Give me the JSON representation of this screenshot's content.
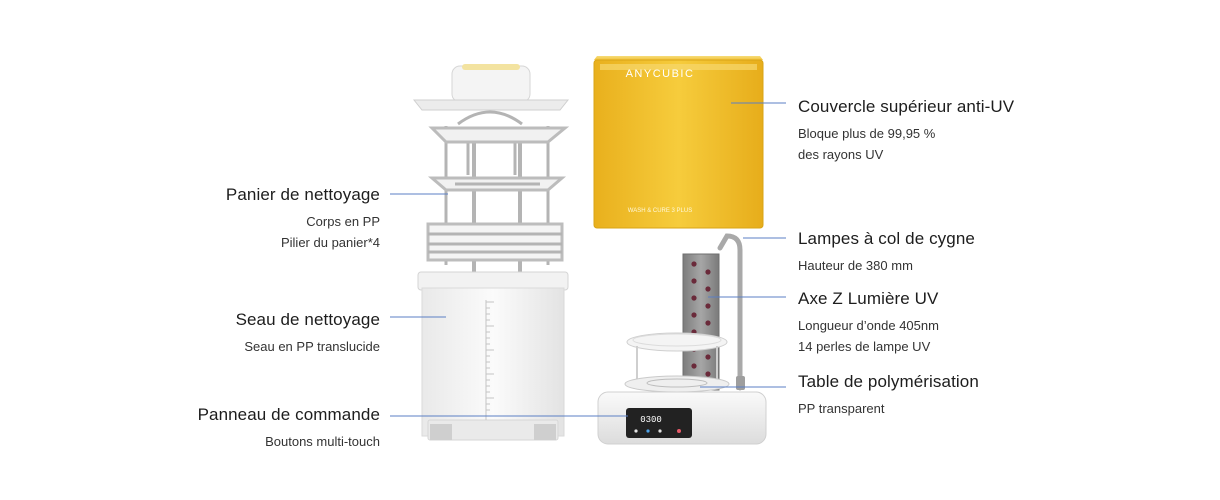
{
  "brand": {
    "logo_text": "ANYCUBIC",
    "cover_print": "WASH & CURE 3 PLUS",
    "display_time": "0300"
  },
  "colors": {
    "cover_yellow": "#f2c22e",
    "cover_yellow_light": "#f7d664",
    "leader_line": "#5b7fc4",
    "device_white": "#f2f2f2",
    "panel_black": "#222222",
    "z_axis_gray": "#8d8d8d",
    "uv_bead": "#6a2a3a"
  },
  "callouts": {
    "basket": {
      "title": "Panier de nettoyage",
      "lines": [
        "Corps en PP",
        "Pilier du panier*4"
      ]
    },
    "bucket": {
      "title": "Seau de nettoyage",
      "lines": [
        "Seau en PP translucide"
      ]
    },
    "panel": {
      "title": "Panneau de commande",
      "lines": [
        "Boutons multi-touch"
      ]
    },
    "cover": {
      "title": "Couvercle supérieur anti-UV",
      "lines": [
        "Bloque plus de 99,95 %",
        "des rayons UV"
      ]
    },
    "lamps": {
      "title": "Lampes à col de cygne",
      "lines": [
        "Hauteur de 380 mm"
      ]
    },
    "zaxis": {
      "title": "Axe Z Lumière UV",
      "lines": [
        "Longueur d’onde 405nm",
        "14 perles de lampe UV"
      ]
    },
    "table": {
      "title": "Table de polymérisation",
      "lines": [
        "PP transparent"
      ]
    }
  }
}
